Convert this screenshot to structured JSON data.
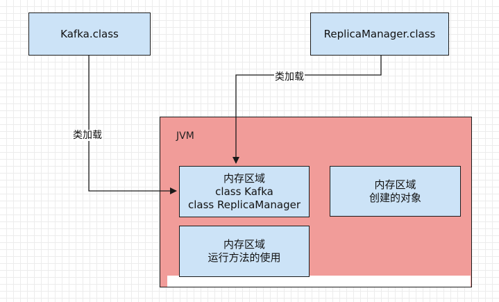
{
  "nodes": {
    "kafka_class": {
      "label": "Kafka.class"
    },
    "replica_manager_class": {
      "label": "ReplicaManager.class"
    },
    "jvm": {
      "label": "JVM"
    },
    "memory_class_area": {
      "lines": [
        "内存区域",
        "class Kafka",
        "class ReplicaManager"
      ]
    },
    "memory_objects_area": {
      "lines": [
        "内存区域",
        "创建的对象"
      ]
    },
    "memory_method_area": {
      "lines": [
        "内存区域",
        "运行方法的使用"
      ]
    }
  },
  "edges": {
    "kafka_load": {
      "label": "类加载"
    },
    "replica_load": {
      "label": "类加载"
    }
  },
  "colors": {
    "class_box": "#cce3f7",
    "jvm_fill": "#f19c99",
    "stroke": "#1a1a1a"
  }
}
